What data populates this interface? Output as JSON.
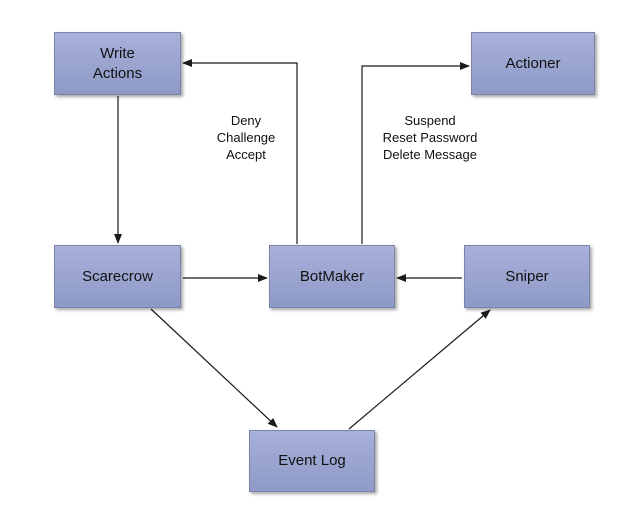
{
  "colors": {
    "node_fill_top": "#a7b1d9",
    "node_fill_bottom": "#8e99c7",
    "node_border": "#7b84a8",
    "edge": "#1a1a1a"
  },
  "nodes": {
    "write_actions": "Write\nActions",
    "actioner": "Actioner",
    "scarecrow": "Scarecrow",
    "botmaker": "BotMaker",
    "sniper": "Sniper",
    "event_log": "Event Log"
  },
  "edge_labels": {
    "botmaker_to_write_actions": "Deny\nChallenge\nAccept",
    "botmaker_to_actioner": "Suspend\nReset Password\nDelete Message"
  }
}
